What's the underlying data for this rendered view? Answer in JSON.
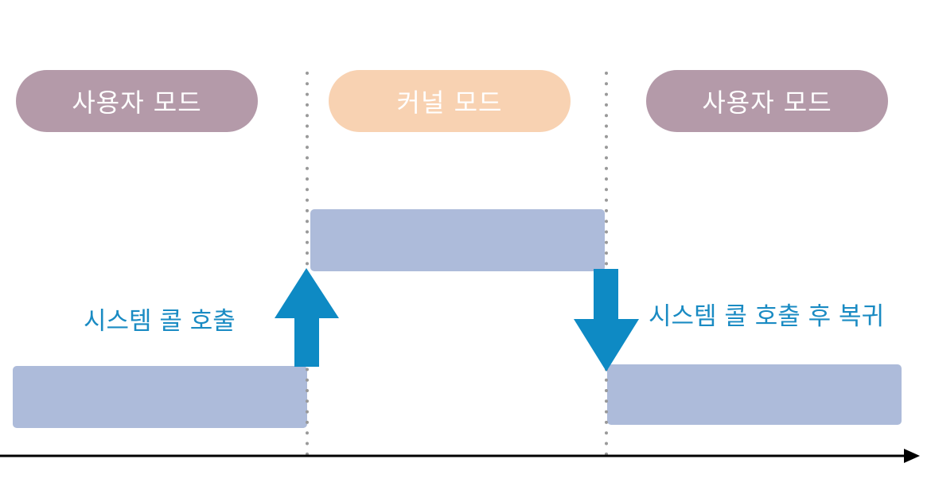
{
  "modes": {
    "user_left": "사용자 모드",
    "kernel": "커널 모드",
    "user_right": "사용자 모드"
  },
  "labels": {
    "syscall": "시스템 콜 호출",
    "syscall_return": "시스템 콜 호출 후 복귀"
  },
  "colors": {
    "user_mode_pill": "#b49aa9",
    "kernel_mode_pill": "#f8d2b2",
    "execution_bar": "#adbbda",
    "arrow_and_label": "#0e8ac4",
    "timeline": "#000000",
    "divider": "#999999"
  },
  "icons": {
    "up": "arrow-up-icon",
    "down": "arrow-down-icon",
    "timeline": "arrow-right-icon"
  }
}
